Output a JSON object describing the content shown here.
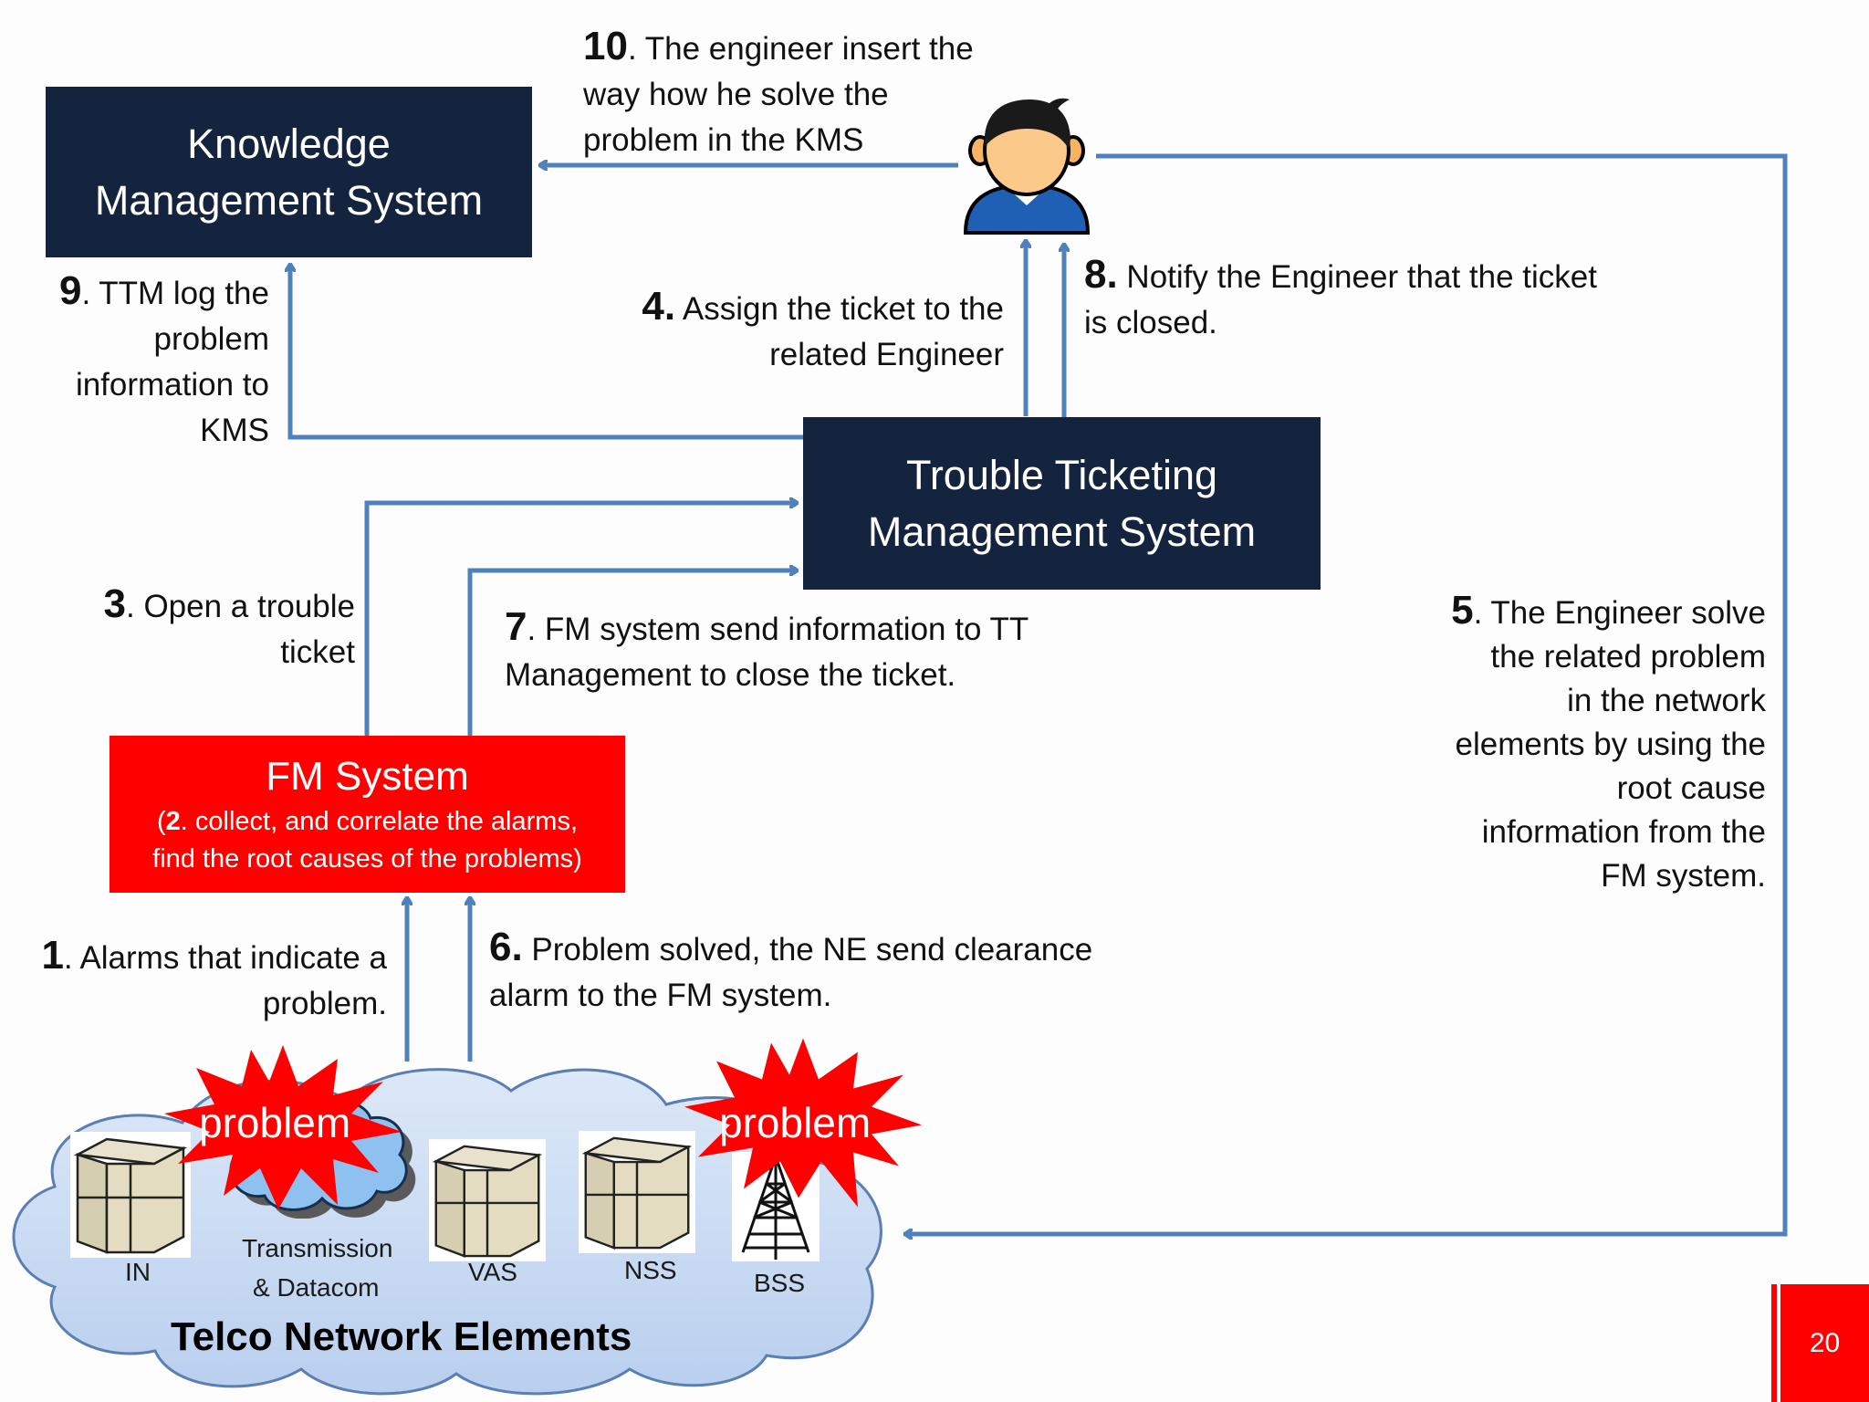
{
  "colors": {
    "navy_box": "#14243f",
    "fm_box": "#fe0000",
    "arrow": "#4f81bd",
    "cloud_fill": "#c9dbf3",
    "burst": "#fe0000"
  },
  "boxes": {
    "kms": {
      "line1": "Knowledge",
      "line2": "Management System"
    },
    "ttm": {
      "line1": "Trouble Ticketing",
      "line2": "Management System"
    },
    "fm": {
      "title": "FM System",
      "sub_open": "(",
      "sub_num": "2",
      "sub_line1": ". collect, and correlate the alarms,",
      "sub_line2": "find the root causes of the  problems)"
    }
  },
  "engineer": {
    "icon": "engineer-avatar-icon"
  },
  "steps": {
    "s1": {
      "num": "1",
      "lines": [
        ". Alarms that indicate a",
        "problem."
      ]
    },
    "s3": {
      "num": "3",
      "lines": [
        ". Open a trouble",
        "ticket"
      ]
    },
    "s4": {
      "num": "4.",
      "lines": [
        " Assign the ticket to the",
        "related Engineer"
      ]
    },
    "s5": {
      "num": "5",
      "lines": [
        ". The Engineer solve",
        "the related  problem",
        "in the network",
        "elements by using the",
        "root cause",
        "information from the",
        "FM system."
      ]
    },
    "s6": {
      "num": "6.",
      "lines": [
        " Problem solved, the NE send clearance",
        "alarm to the FM system."
      ]
    },
    "s7": {
      "num": "7",
      "lines": [
        ". FM system send information to TT",
        "Management to close the ticket."
      ]
    },
    "s8": {
      "num": "8.",
      "lines": [
        " Notify the Engineer that the ticket",
        "is closed."
      ]
    },
    "s9": {
      "num": "9",
      "lines": [
        ". TTM log the",
        "problem",
        "information to",
        "KMS"
      ]
    },
    "s10": {
      "num": "10",
      "lines": [
        ". The engineer insert the",
        "way how he solve the",
        "problem in the  KMS"
      ]
    }
  },
  "network": {
    "title": "Telco Network Elements",
    "elements": [
      {
        "label": "IN",
        "icon": "server-icon"
      },
      {
        "label_line1": "Transmission",
        "label_line2": "& Datacom",
        "icon": "cloud-icon"
      },
      {
        "label": "VAS",
        "icon": "server-icon"
      },
      {
        "label": "NSS",
        "icon": "server-icon"
      },
      {
        "label": "BSS",
        "icon": "tower-icon"
      }
    ],
    "bursts": [
      "problem",
      "problem"
    ]
  },
  "page_number": "20"
}
